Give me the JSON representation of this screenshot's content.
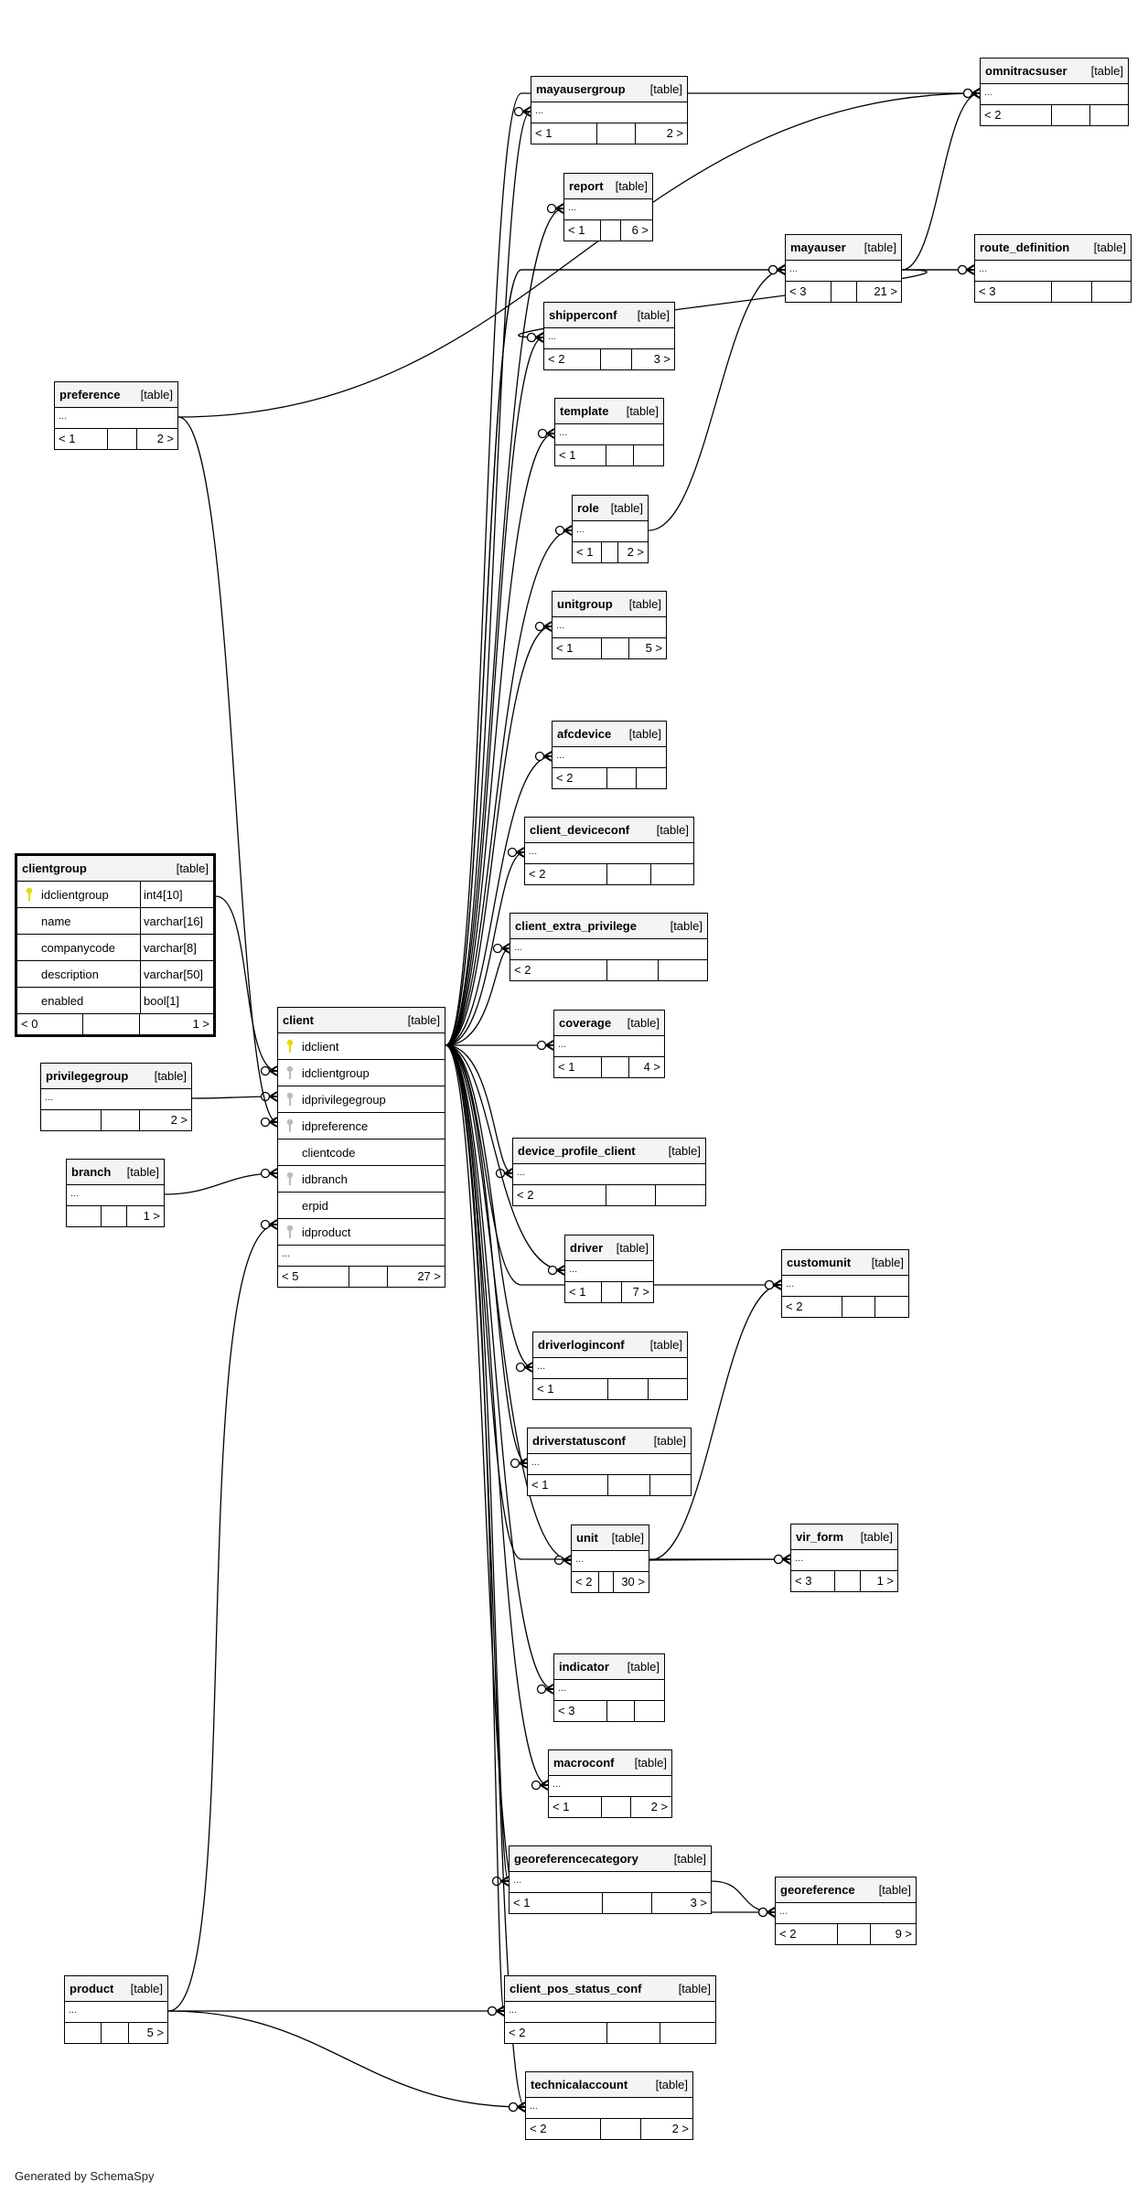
{
  "diagram": {
    "footer": "Generated by SchemaSpy",
    "type_label": "[table]",
    "focus_table": {
      "name": "clientgroup",
      "columns": [
        {
          "name": "idclientgroup",
          "type": "int4[10]",
          "key": "primary"
        },
        {
          "name": "name",
          "type": "varchar[16]",
          "key": ""
        },
        {
          "name": "companycode",
          "type": "varchar[8]",
          "key": ""
        },
        {
          "name": "description",
          "type": "varchar[50]",
          "key": ""
        },
        {
          "name": "enabled",
          "type": "bool[1]",
          "key": ""
        }
      ],
      "parents": "< 0",
      "children": "1 >"
    },
    "client_table": {
      "name": "client",
      "columns": [
        {
          "name": "idclient",
          "key": "primary"
        },
        {
          "name": "idclientgroup",
          "key": "foreign"
        },
        {
          "name": "idprivilegegroup",
          "key": "foreign"
        },
        {
          "name": "idpreference",
          "key": "foreign"
        },
        {
          "name": "clientcode",
          "key": ""
        },
        {
          "name": "idbranch",
          "key": "foreign"
        },
        {
          "name": "erpid",
          "key": ""
        },
        {
          "name": "idproduct",
          "key": "foreign"
        }
      ],
      "more": "...",
      "parents": "< 5",
      "children": "27 >"
    },
    "tables": [
      {
        "id": "mayausergroup",
        "name": "mayausergroup",
        "parents": "< 1",
        "children": "2 >"
      },
      {
        "id": "report",
        "name": "report",
        "parents": "< 1",
        "children": "6 >"
      },
      {
        "id": "shipperconf",
        "name": "shipperconf",
        "parents": "< 2",
        "children": "3 >"
      },
      {
        "id": "template",
        "name": "template",
        "parents": "< 1",
        "children": ""
      },
      {
        "id": "role",
        "name": "role",
        "parents": "< 1",
        "children": "2 >"
      },
      {
        "id": "unitgroup",
        "name": "unitgroup",
        "parents": "< 1",
        "children": "5 >"
      },
      {
        "id": "afcdevice",
        "name": "afcdevice",
        "parents": "< 2",
        "children": ""
      },
      {
        "id": "client_deviceconf",
        "name": "client_deviceconf",
        "parents": "< 2",
        "children": ""
      },
      {
        "id": "client_extra_privilege",
        "name": "client_extra_privilege",
        "parents": "< 2",
        "children": ""
      },
      {
        "id": "coverage",
        "name": "coverage",
        "parents": "< 1",
        "children": "4 >"
      },
      {
        "id": "device_profile_client",
        "name": "device_profile_client",
        "parents": "< 2",
        "children": ""
      },
      {
        "id": "driver",
        "name": "driver",
        "parents": "< 1",
        "children": "7 >"
      },
      {
        "id": "driverloginconf",
        "name": "driverloginconf",
        "parents": "< 1",
        "children": ""
      },
      {
        "id": "driverstatusconf",
        "name": "driverstatusconf",
        "parents": "< 1",
        "children": ""
      },
      {
        "id": "unit",
        "name": "unit",
        "parents": "< 2",
        "children": "30 >"
      },
      {
        "id": "indicator",
        "name": "indicator",
        "parents": "< 3",
        "children": ""
      },
      {
        "id": "macroconf",
        "name": "macroconf",
        "parents": "< 1",
        "children": "2 >"
      },
      {
        "id": "georeferencecategory",
        "name": "georeferencecategory",
        "parents": "< 1",
        "children": "3 >"
      },
      {
        "id": "client_pos_status_conf",
        "name": "client_pos_status_conf",
        "parents": "< 2",
        "children": ""
      },
      {
        "id": "technicalaccount",
        "name": "technicalaccount",
        "parents": "< 2",
        "children": "2 >"
      },
      {
        "id": "mayauser",
        "name": "mayauser",
        "parents": "< 3",
        "children": "21 >"
      },
      {
        "id": "omnitracsuser",
        "name": "omnitracsuser",
        "parents": "< 2",
        "children": ""
      },
      {
        "id": "route_definition",
        "name": "route_definition",
        "parents": "< 3",
        "children": ""
      },
      {
        "id": "customunit",
        "name": "customunit",
        "parents": "< 2",
        "children": ""
      },
      {
        "id": "vir_form",
        "name": "vir_form",
        "parents": "< 3",
        "children": "1 >"
      },
      {
        "id": "georeference",
        "name": "georeference",
        "parents": "< 2",
        "children": "9 >"
      },
      {
        "id": "preference",
        "name": "preference",
        "parents": "< 1",
        "children": "2 >"
      },
      {
        "id": "privilegegroup",
        "name": "privilegegroup",
        "parents": "",
        "children": "2 >"
      },
      {
        "id": "branch",
        "name": "branch",
        "parents": "",
        "children": "1 >"
      },
      {
        "id": "product",
        "name": "product",
        "parents": "",
        "children": "5 >"
      }
    ],
    "ellipsis": "...",
    "relationships": [
      {
        "from": "clientgroup.idclientgroup",
        "to": "client.idclientgroup"
      },
      {
        "from": "privilegegroup",
        "to": "client.idprivilegegroup"
      },
      {
        "from": "preference",
        "to": "client.idpreference"
      },
      {
        "from": "branch",
        "to": "client.idbranch"
      },
      {
        "from": "product",
        "to": "client.idproduct"
      },
      {
        "from": "client",
        "to": "mayausergroup"
      },
      {
        "from": "client",
        "to": "report"
      },
      {
        "from": "client",
        "to": "shipperconf"
      },
      {
        "from": "client",
        "to": "template"
      },
      {
        "from": "client",
        "to": "role"
      },
      {
        "from": "client",
        "to": "unitgroup"
      },
      {
        "from": "client",
        "to": "afcdevice"
      },
      {
        "from": "client",
        "to": "client_deviceconf"
      },
      {
        "from": "client",
        "to": "client_extra_privilege"
      },
      {
        "from": "client",
        "to": "coverage"
      },
      {
        "from": "client",
        "to": "device_profile_client"
      },
      {
        "from": "client",
        "to": "driver"
      },
      {
        "from": "client",
        "to": "driverloginconf"
      },
      {
        "from": "client",
        "to": "driverstatusconf"
      },
      {
        "from": "client",
        "to": "unit"
      },
      {
        "from": "client",
        "to": "indicator"
      },
      {
        "from": "client",
        "to": "macroconf"
      },
      {
        "from": "client",
        "to": "georeferencecategory"
      },
      {
        "from": "client",
        "to": "client_pos_status_conf"
      },
      {
        "from": "client",
        "to": "technicalaccount"
      },
      {
        "from": "client",
        "to": "mayauser"
      },
      {
        "from": "client",
        "to": "omnitracsuser"
      },
      {
        "from": "client",
        "to": "route_definition"
      },
      {
        "from": "client",
        "to": "customunit"
      },
      {
        "from": "client",
        "to": "vir_form"
      },
      {
        "from": "client",
        "to": "georeference"
      },
      {
        "from": "preference",
        "to": "omnitracsuser"
      },
      {
        "from": "mayauser",
        "to": "omnitracsuser"
      },
      {
        "from": "mayauser",
        "to": "route_definition"
      },
      {
        "from": "mayauser",
        "to": "shipperconf"
      },
      {
        "from": "role",
        "to": "mayauser"
      },
      {
        "from": "unit",
        "to": "customunit"
      },
      {
        "from": "unit",
        "to": "vir_form"
      },
      {
        "from": "georeferencecategory",
        "to": "georeference"
      },
      {
        "from": "product",
        "to": "client_pos_status_conf"
      },
      {
        "from": "product",
        "to": "technicalaccount"
      }
    ]
  }
}
